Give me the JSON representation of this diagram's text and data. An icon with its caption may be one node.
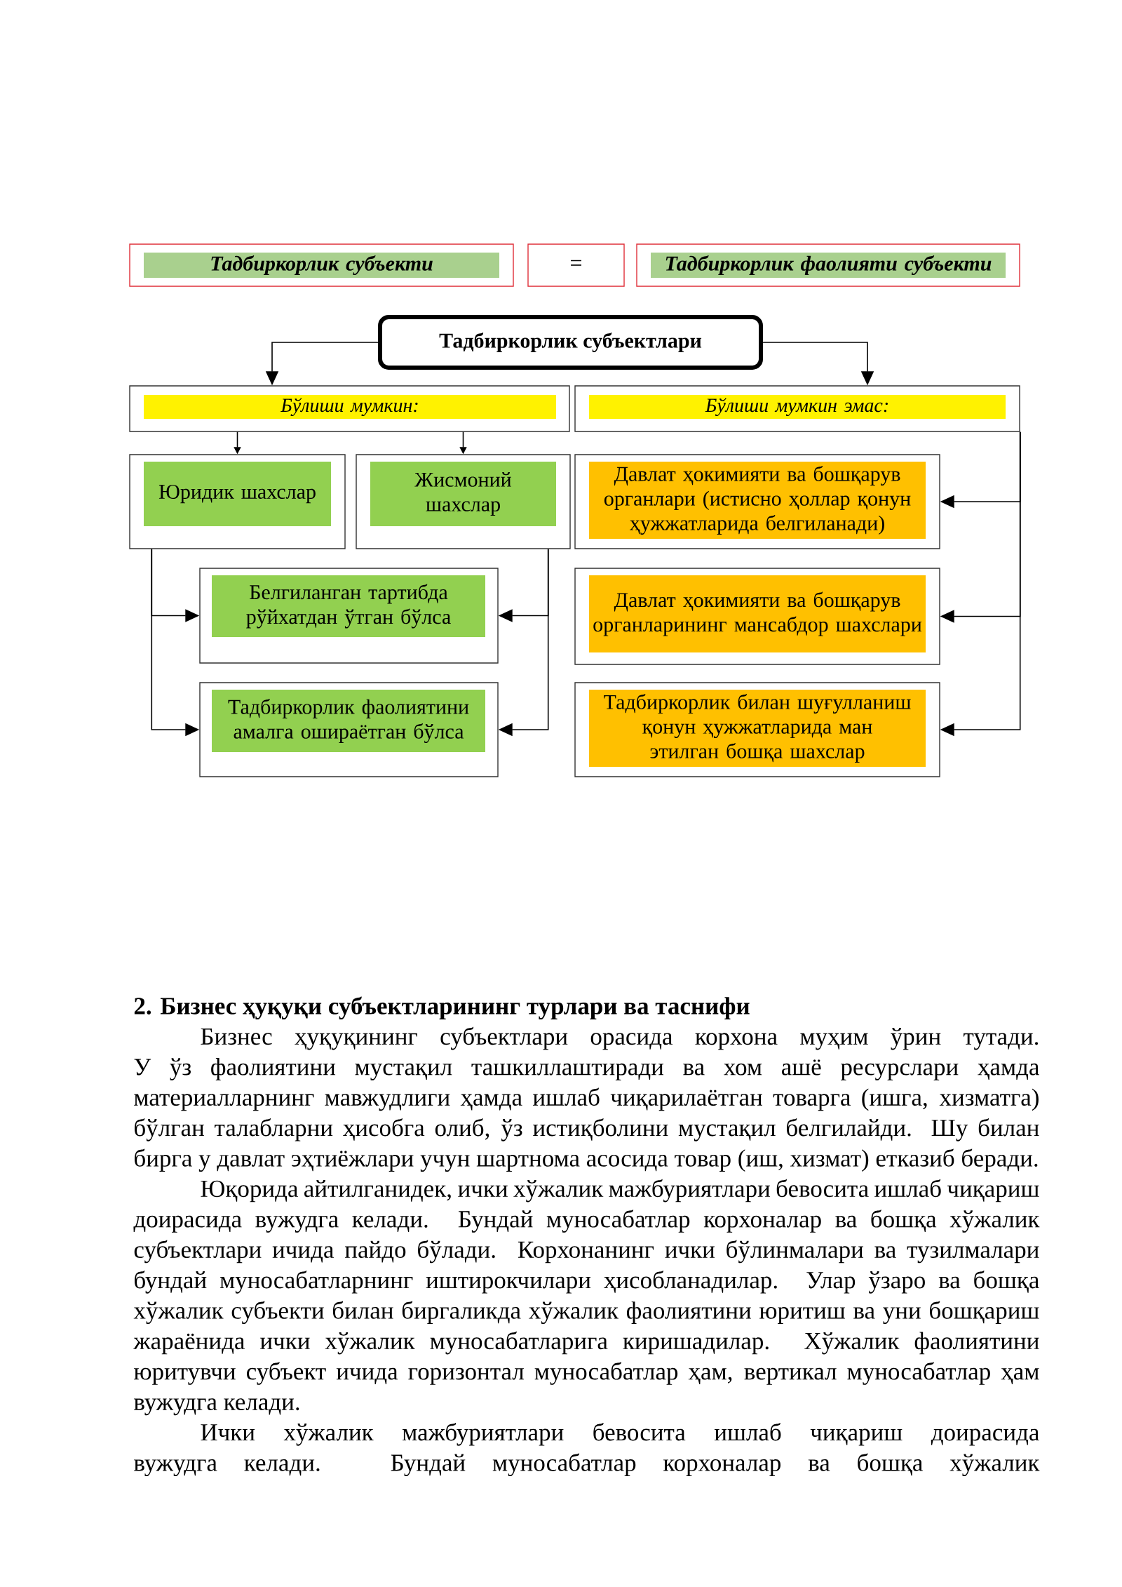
{
  "diagram": {
    "nodes": [
      {
        "text": [
          "Тадбиркорлик субъекти"
        ]
      },
      {
        "text": [
          "="
        ]
      },
      {
        "text": [
          "Тадбиркорлик фаолияти субъекти"
        ]
      },
      {
        "text": [
          "Тадбиркорлик субъектлари"
        ]
      },
      {
        "text": [
          "Бўлиши мумкин:"
        ]
      },
      {
        "text": [
          "Бўлиши мумкин эмас:"
        ]
      },
      {
        "text": [
          "Юридик шахслар"
        ]
      },
      {
        "text": [
          "Жисмоний шахслар"
        ]
      },
      {
        "text": [
          "Давлат ҳокимияти ва бошқарув органлари (истисно ҳоллар қонун ҳужжатларида белгиланади)"
        ]
      },
      {
        "text": [
          "Белгиланган тартибда рўйхатдан ўтган бўлса"
        ]
      },
      {
        "text": [
          "Давлат ҳокимияти ва бошқарув органларининг мансабдор шахслари"
        ]
      },
      {
        "text": [
          "Тадбиркорлик фаолиятини амалга ошираётган бўлса"
        ]
      },
      {
        "text": [
          "Тадбиркорлик билан шуғулланиш қонун ҳужжатларида ман этилган бошқа шахслар"
        ]
      }
    ],
    "edges": [
      {
        "from": 3,
        "to": 4,
        "arrow": "to"
      },
      {
        "from": 3,
        "to": 5,
        "arrow": "to"
      },
      {
        "from": 4,
        "to": 6,
        "arrow": "to"
      },
      {
        "from": 4,
        "to": 7,
        "arrow": "to"
      },
      {
        "from": 6,
        "to": 9,
        "arrow": "to"
      },
      {
        "from": 6,
        "to": 11,
        "arrow": "to"
      },
      {
        "from": 7,
        "to": 9,
        "arrow": "to"
      },
      {
        "from": 7,
        "to": 11,
        "arrow": "to"
      },
      {
        "from": 5,
        "to": 8,
        "arrow": "to"
      },
      {
        "from": 5,
        "to": 10,
        "arrow": "to"
      },
      {
        "from": 5,
        "to": 12,
        "arrow": "to"
      }
    ],
    "labels": [
      "2. Бизнес ҳуқуқи субъектларининг турлари ва таснифи",
      "Бизнес ҳуқуқининг субъектлари орасида корхона муҳим ўрин тутади. У ўз фаолиятини мустақил ташкиллаштиради ва хом ашё ресурслари ҳамда материалларнинг мавжудлиги ҳамда ишлаб чиқарилаётган товарга (ишга, хизматга) бўлган талабларни ҳисобга олиб, ўз истиқболини мустақил белгилайди. Шу билан бирга у давлат эҳтиёжлари учун шартнома асосида товар (иш, хизмат) етказиб беради.",
      "Юқорида айтилганидек, ички хўжалик мажбуриятлари бевосита ишлаб чиқариш доирасида вужудга келади. Бундай муносабатлар корхоналар ва бошқа хўжалик субъектлари ичида пайдо бўлади. Корхонанинг ички бўлинмалари ва тузилмалари бундай муносабатларнинг иштирокчилари ҳисобланадилар. Улар ўзаро ва бошқа хўжалик субъекти билан биргаликда хўжалик фаолиятини юритиш ва уни бошқариш жараёнида ички хўжалик муносабатларига киришадилар. Хўжалик фаолиятини юритувчи субъект ичида горизонтал муносабатлар ҳам, вертикал муносабатлар ҳам вужудга келади.",
      "Ички хўжалик мажбуриятлари бевосита ишлаб чиқариш доирасида вужудга келади. Бундай муносабатлар корхоналар ва бошқа хўжалик"
    ]
  }
}
